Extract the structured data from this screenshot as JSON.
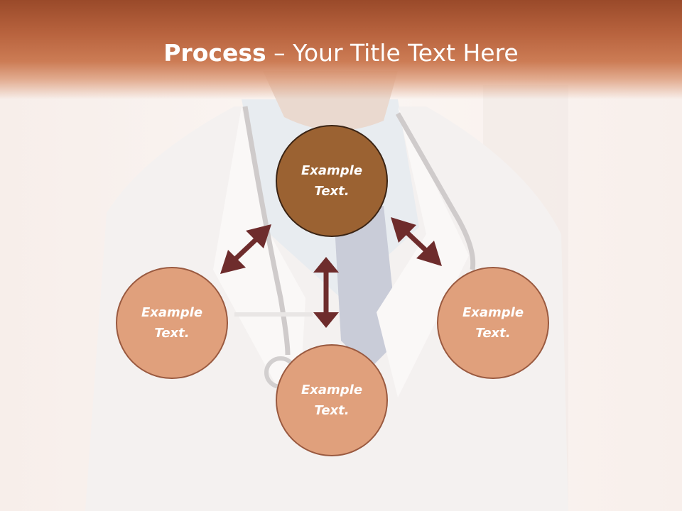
{
  "slide": {
    "title_bold": "Process",
    "title_rest": " – Your Title Text Here"
  },
  "nodes": {
    "center": "Example Text.",
    "left": "Example Text.",
    "bottom": "Example Text.",
    "right": "Example Text."
  },
  "colors": {
    "header": "#b9643f",
    "center_node": "#9b6232",
    "outer_nodes": "#e0a07c",
    "arrows": "#6e2c2c"
  }
}
